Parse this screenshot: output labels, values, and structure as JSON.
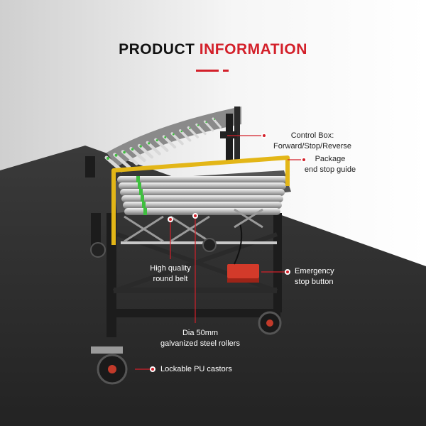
{
  "header": {
    "title_word1": "PRODUCT",
    "title_word2": "INFORMATION"
  },
  "colors": {
    "accent": "#d3202a",
    "dark_text": "#111111",
    "frame": "#1c1c1c",
    "guide_yellow": "#e3b617",
    "roller_green": "#3fbf3f"
  },
  "callouts": {
    "control_box": {
      "line1": "Control Box:",
      "line2": "Forward/Stop/Reverse"
    },
    "end_stop": {
      "line1": "Package",
      "line2": "end stop guide"
    },
    "round_belt": {
      "line1": "High quality",
      "line2": "round belt"
    },
    "emergency": {
      "line1": "Emergency",
      "line2": "stop button"
    },
    "rollers": {
      "line1": "Dia 50mm",
      "line2": "galvanized steel rollers"
    },
    "castors": {
      "line1": "Lockable PU castors"
    }
  }
}
